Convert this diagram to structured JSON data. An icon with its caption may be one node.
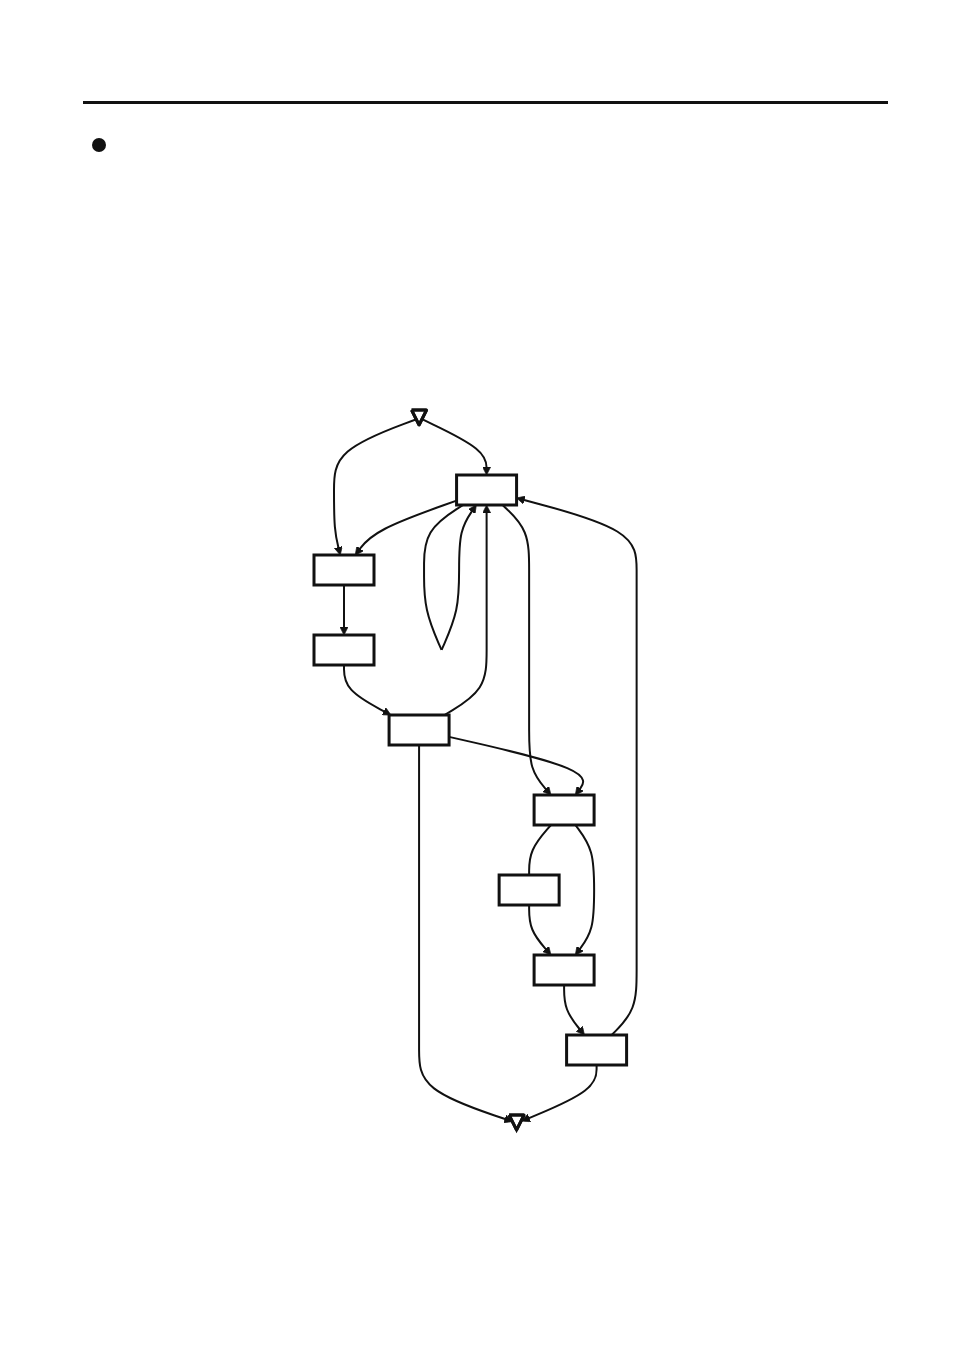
{
  "diagram": {
    "nodes": [
      {
        "text": [],
        "shape": "triangle"
      },
      {
        "text": [],
        "shape": "box"
      },
      {
        "text": [],
        "shape": "box"
      },
      {
        "text": [],
        "shape": "box"
      },
      {
        "text": [],
        "shape": "box"
      },
      {
        "text": [],
        "shape": "box"
      },
      {
        "text": [],
        "shape": "box"
      },
      {
        "text": [],
        "shape": "box"
      },
      {
        "text": [],
        "shape": "box"
      },
      {
        "text": [],
        "shape": "triangle"
      }
    ],
    "edges": [
      {
        "from": 0,
        "to": 1,
        "arrow": "to"
      },
      {
        "from": 0,
        "to": 2,
        "arrow": "to"
      },
      {
        "from": 1,
        "to": 2,
        "arrow": "to"
      },
      {
        "from": 1,
        "to": 1,
        "arrow": "to"
      },
      {
        "from": 2,
        "to": 3,
        "arrow": "to"
      },
      {
        "from": 3,
        "to": 4,
        "arrow": "to"
      },
      {
        "from": 1,
        "to": 5,
        "arrow": "to"
      },
      {
        "from": 4,
        "to": 5,
        "arrow": "to"
      },
      {
        "from": 4,
        "to": 1,
        "arrow": "to"
      },
      {
        "from": 5,
        "to": 6,
        "arrow": "none"
      },
      {
        "from": 6,
        "to": 7,
        "arrow": "to"
      },
      {
        "from": 5,
        "to": 7,
        "arrow": "to"
      },
      {
        "from": 7,
        "to": 8,
        "arrow": "to"
      },
      {
        "from": 4,
        "to": 9,
        "arrow": "to"
      },
      {
        "from": 8,
        "to": 9,
        "arrow": "to"
      },
      {
        "from": 8,
        "to": 1,
        "arrow": "to"
      }
    ]
  }
}
